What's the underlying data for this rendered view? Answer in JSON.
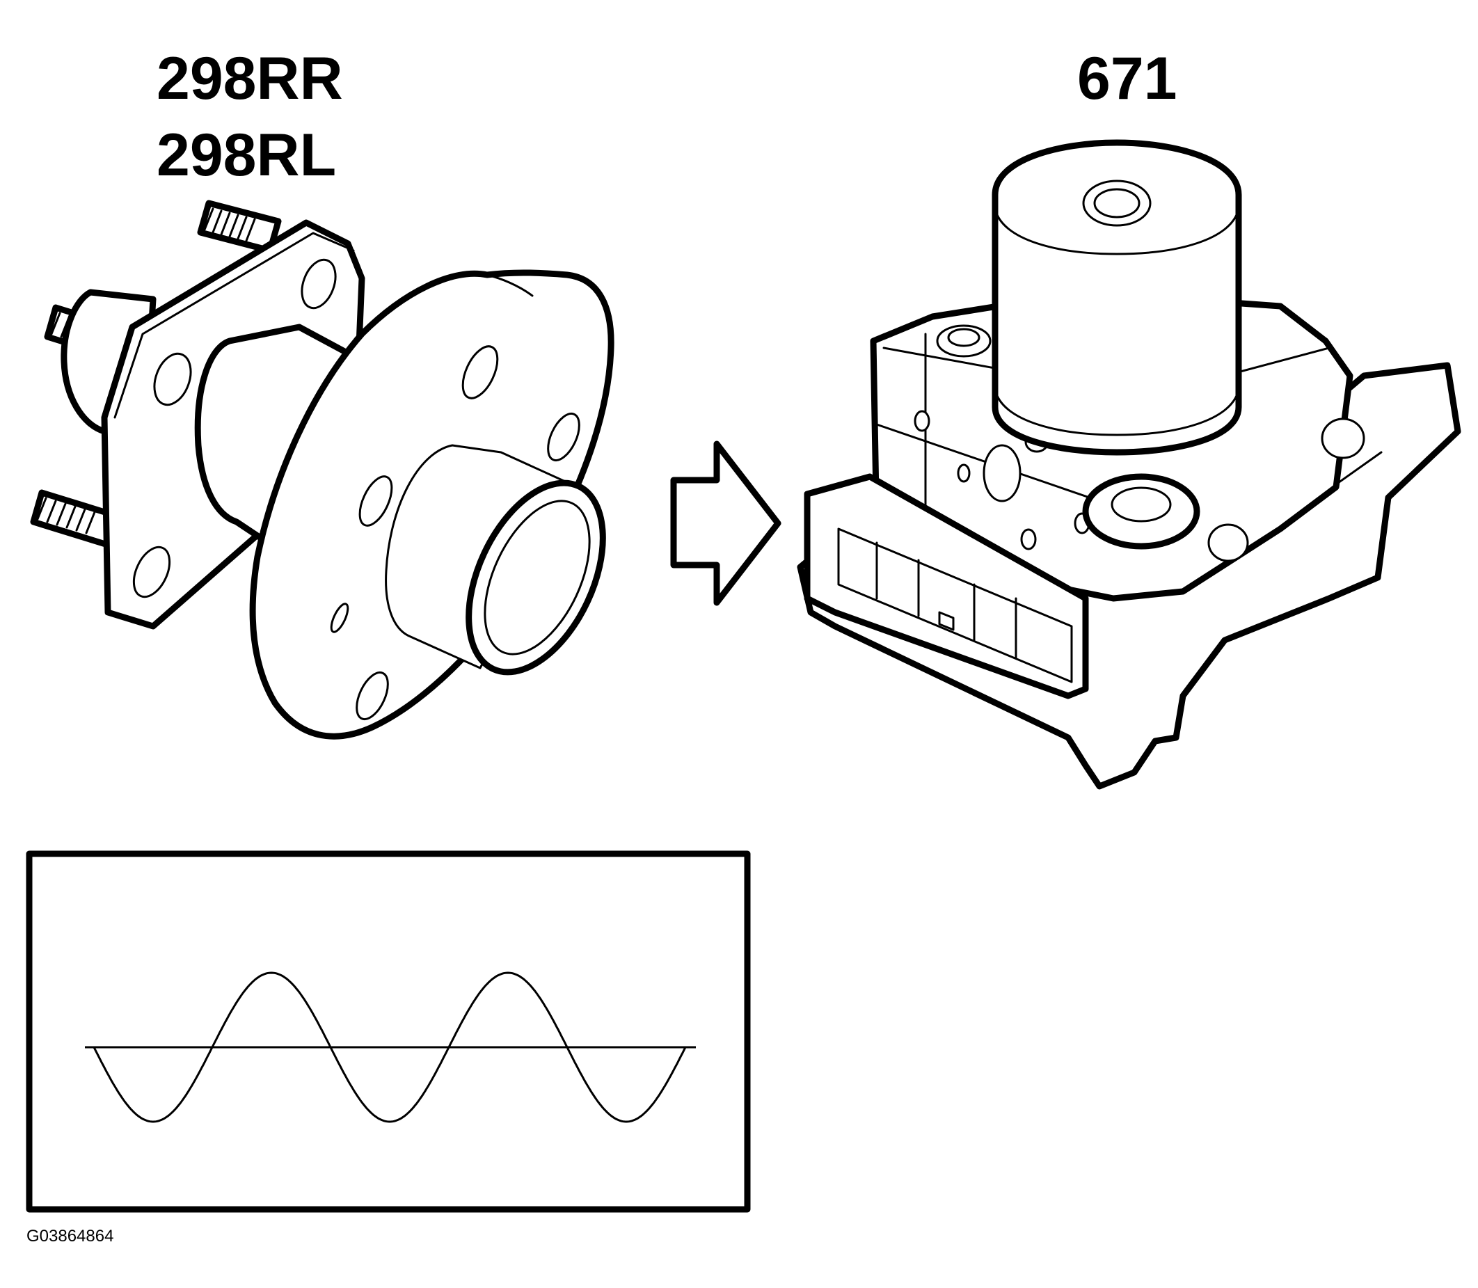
{
  "labels": {
    "hub_line1": "298RR",
    "hub_line2": "298RL",
    "abs_unit": "671"
  },
  "figure_id": "G03864864",
  "signal": {
    "type": "sine",
    "cycles": 2.5
  }
}
